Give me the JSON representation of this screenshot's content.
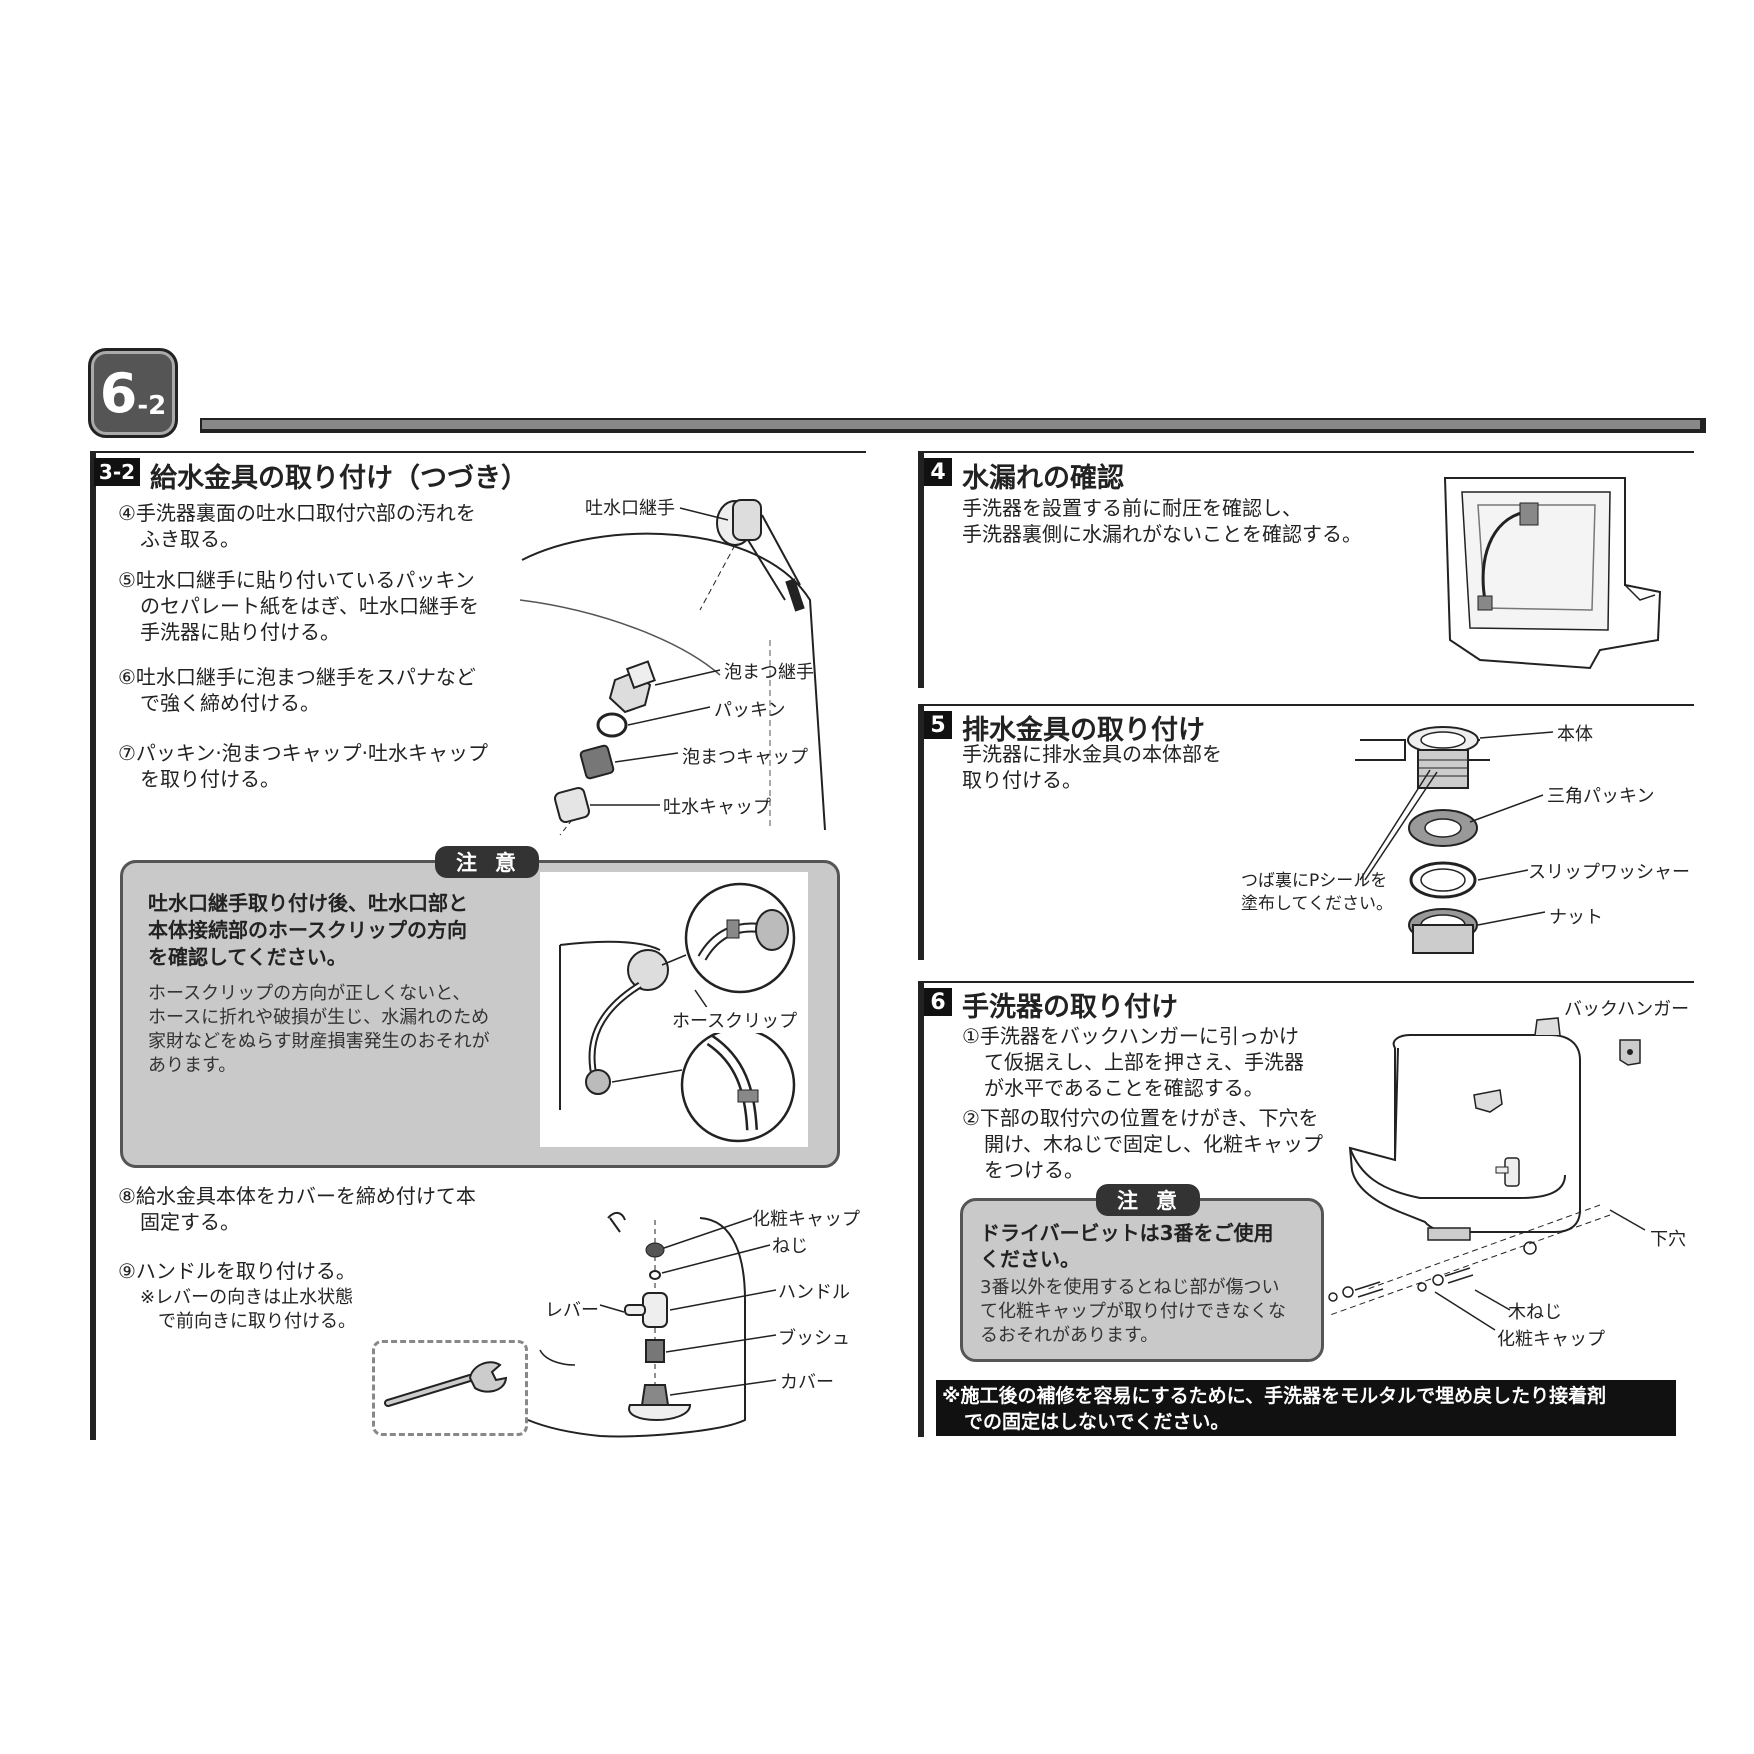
{
  "header": {
    "badge_main": "6",
    "badge_sub": "-2"
  },
  "s32": {
    "num": "3-2",
    "title": "給水金具の取り付け（つづき）",
    "step4": [
      "④手洗器裏面の吐水口取付穴部の汚れを",
      "ふき取る。"
    ],
    "step5": [
      "⑤吐水口継手に貼り付いているパッキン",
      "のセパレート紙をはぎ、吐水口継手を",
      "手洗器に貼り付ける。"
    ],
    "step6": [
      "⑥吐水口継手に泡まつ継手をスパナなど",
      "で強く締め付ける。"
    ],
    "step7": [
      "⑦パッキン·泡まつキャップ·吐水キャップ",
      "を取り付ける。"
    ],
    "labels": {
      "outlet_joint": "吐水口継手",
      "foam_joint": "泡まつ継手",
      "packing": "パッキン",
      "foam_cap": "泡まつキャップ",
      "outlet_cap": "吐水キャップ"
    }
  },
  "caution1": {
    "tag": "注意",
    "bold": [
      "吐水口継手取り付け後、吐水口部と",
      "本体接続部のホースクリップの方向",
      "を確認してください。"
    ],
    "body": [
      "ホースクリップの方向が正しくないと、",
      "ホースに折れや破損が生じ、水漏れのため",
      "家財などをぬらす財産損害発生のおそれが",
      "あります。"
    ],
    "hose_clip": "ホースクリップ"
  },
  "s32b": {
    "step8": [
      "⑧給水金具本体をカバーを締め付けて本",
      "固定する。"
    ],
    "step9": "⑨ハンドルを取り付ける。",
    "note": [
      "※レバーの向きは止水状態",
      "で前向きに取り付ける。"
    ],
    "labels": {
      "deco_cap": "化粧キャップ",
      "screw": "ねじ",
      "lever": "レバー",
      "handle": "ハンドル",
      "bush": "ブッシュ",
      "cover": "カバー"
    }
  },
  "s4": {
    "num": "4",
    "title": "水漏れの確認",
    "body": [
      "手洗器を設置する前に耐圧を確認し、",
      "手洗器裏側に水漏れがないことを確認する。"
    ]
  },
  "s5": {
    "num": "5",
    "title": "排水金具の取り付け",
    "body": [
      "手洗器に排水金具の本体部を",
      "取り付ける。"
    ],
    "labels": {
      "body": "本体",
      "tri_packing": "三角パッキン",
      "slip_washer": "スリップワッシャー",
      "nut": "ナット"
    },
    "seal_note": [
      "つば裏にPシールを",
      "塗布してください。"
    ]
  },
  "s6": {
    "num": "6",
    "title": "手洗器の取り付け",
    "step1": [
      "①手洗器をバックハンガーに引っかけ",
      "て仮据えし、上部を押さえ、手洗器",
      "が水平であることを確認する。"
    ],
    "step2": [
      "②下部の取付穴の位置をけがき、下穴を",
      "開け、木ねじで固定し、化粧キャップ",
      "をつける。"
    ],
    "labels": {
      "back_hanger": "バックハンガー",
      "pilot_hole": "下穴",
      "wood_screw": "木ねじ",
      "deco_cap": "化粧キャップ"
    }
  },
  "caution2": {
    "tag": "注意",
    "bold": [
      "ドライバービットは3番をご使用",
      "ください。"
    ],
    "body": [
      "3番以外を使用するとねじ部が傷つい",
      "て化粧キャップが取り付けできなくな",
      "るおそれがあります。"
    ]
  },
  "footer_note": [
    "※施工後の補修を容易にするために、手洗器をモルタルで埋め戻したり接着剤",
    "での固定はしないでください。"
  ]
}
